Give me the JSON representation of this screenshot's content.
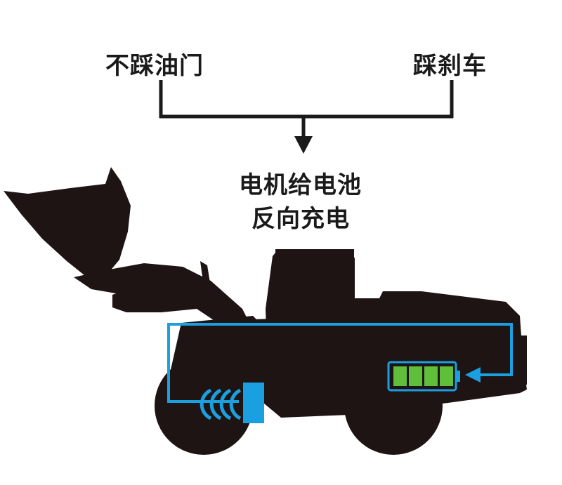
{
  "labels": {
    "no_throttle": "不踩油门",
    "brake": "踩刹车",
    "result_line1": "电机给电池",
    "result_line2": "反向充电"
  },
  "colors": {
    "text": "#1a1a1a",
    "vehicle": "#1e1413",
    "flow_line": "#1a9fe0",
    "battery_cell": "#5fbf3a",
    "connector": "#1a1a1a"
  },
  "icons": {
    "vehicle": "wheel-loader-silhouette",
    "motor": "electric-motor-icon",
    "battery": "battery-icon"
  },
  "battery": {
    "cells": 4,
    "charge_level": 1.0
  }
}
